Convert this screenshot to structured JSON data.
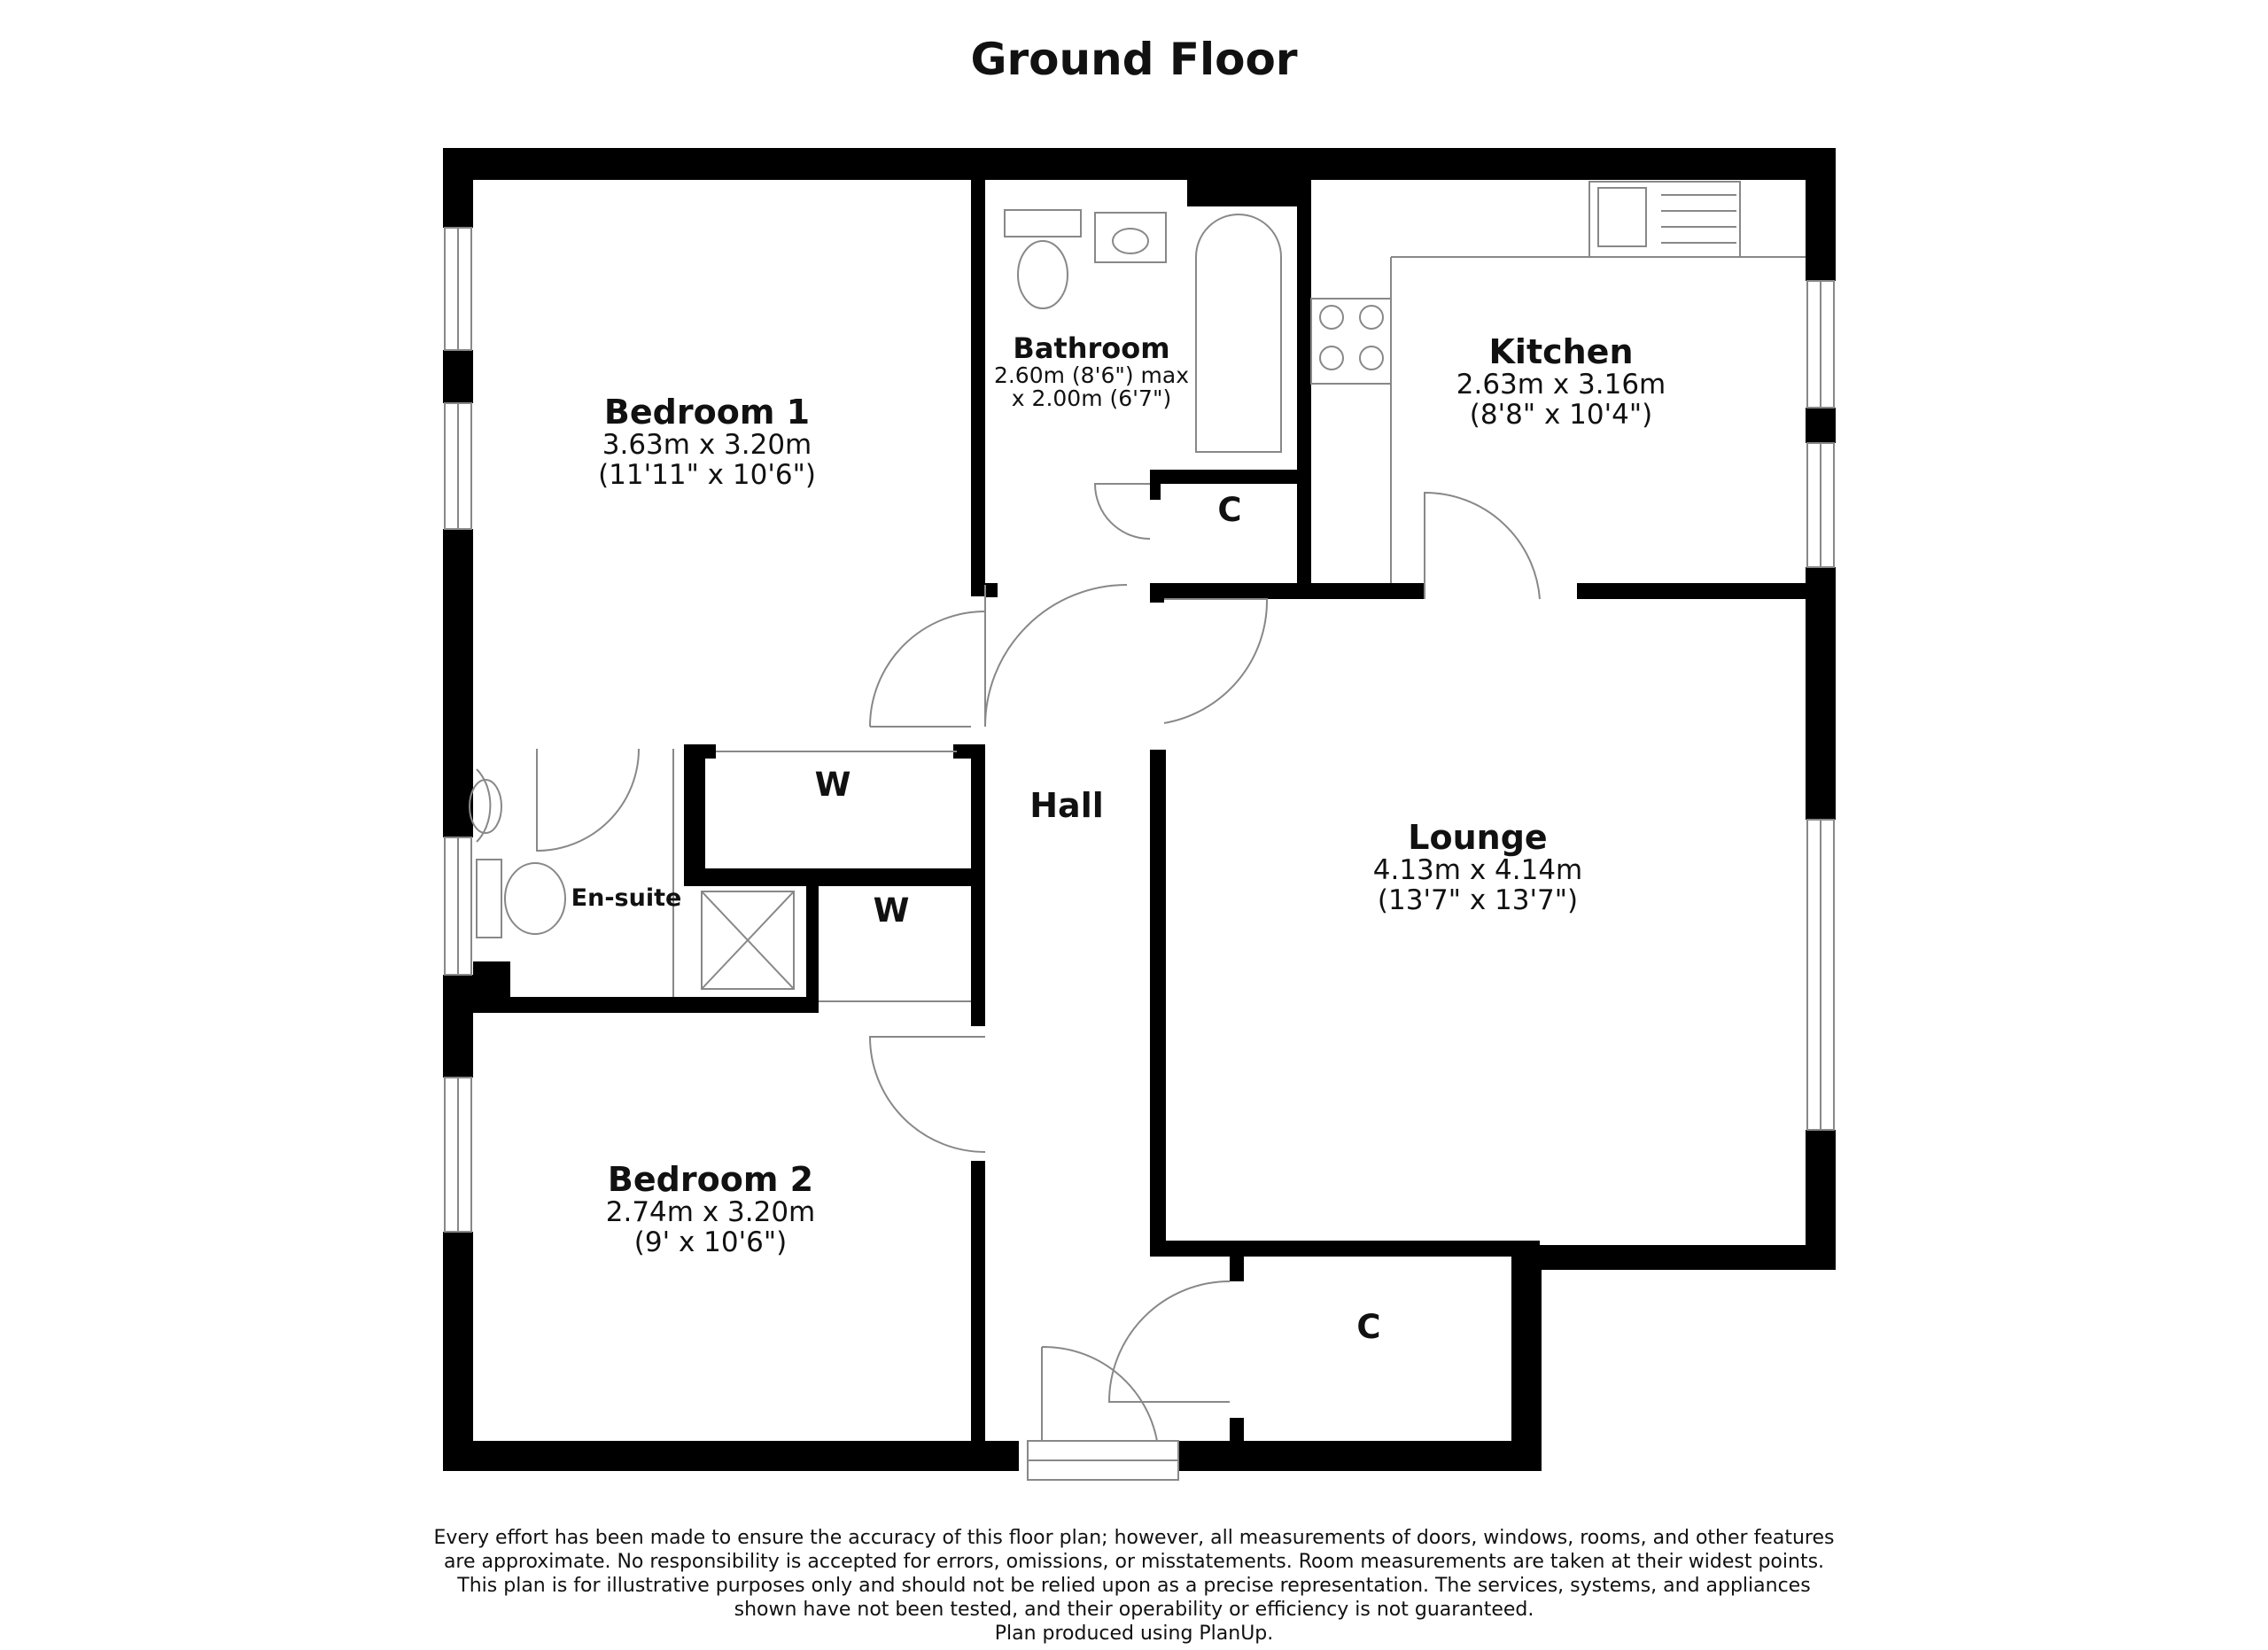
{
  "title": "Ground Floor",
  "rooms": {
    "bedroom1": {
      "name": "Bedroom 1",
      "dim_m": "3.63m x 3.20m",
      "dim_ft": "(11'11\" x 10'6\")"
    },
    "bathroom": {
      "name": "Bathroom",
      "dim_m": "2.60m (8'6\") max",
      "dim_ft": "x 2.00m (6'7\")"
    },
    "kitchen": {
      "name": "Kitchen",
      "dim_m": "2.63m x 3.16m",
      "dim_ft": "(8'8\" x 10'4\")"
    },
    "hall": {
      "name": "Hall"
    },
    "lounge": {
      "name": "Lounge",
      "dim_m": "4.13m x 4.14m",
      "dim_ft": "(13'7\" x 13'7\")"
    },
    "ensuite": {
      "name": "En-suite"
    },
    "bedroom2": {
      "name": "Bedroom 2",
      "dim_m": "2.74m x 3.20m",
      "dim_ft": "(9' x 10'6\")"
    },
    "cupboard_top": {
      "name": "C"
    },
    "cupboard_bottom": {
      "name": "C"
    },
    "wardrobe1": {
      "name": "W"
    },
    "wardrobe2": {
      "name": "W"
    }
  },
  "disclaimer": [
    "Every effort has been made to ensure the accuracy of this floor plan; however, all measurements of doors, windows, rooms, and other features",
    "are approximate. No responsibility is accepted for errors, omissions, or misstatements. Room measurements are taken at their widest points.",
    "This plan is for illustrative purposes only and should not be relied upon as a precise representation. The services, systems, and appliances",
    "shown have not been tested, and their operability or efficiency is not guaranteed.",
    "Plan produced using PlanUp."
  ],
  "colors": {
    "wall": "#000000",
    "fixture": "#888888",
    "background": "#ffffff"
  }
}
